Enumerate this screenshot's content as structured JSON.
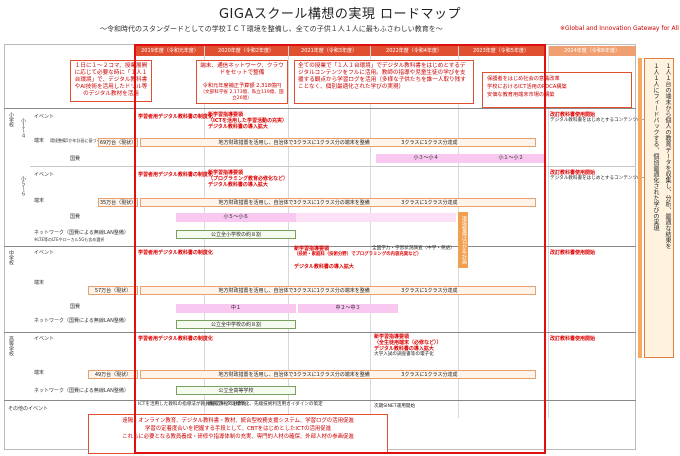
{
  "title": "GIGAスクール構想の実現 ロードマップ",
  "subtitle": "～令和時代のスタンダードとしての学校ＩＣＴ環境を整備し、全ての子供１人１人に最もふさわしい教育を～",
  "giga_note": "※Global and Innovation Gateway for All",
  "years": [
    "2019年度（令和元年度）",
    "2020年度（令和2年度）",
    "2021年度（令和3年度）",
    "2022年度（令和4年度）",
    "2023年度（令和5年度）",
    "2024年度（令和6年度）"
  ],
  "callouts": {
    "c1": "１日に１～２コマ、授業展開に応じて必要な時に「１人１台環境」で、デジタル教科書やAI技術を活用したドリル等のデジタル教材を活用",
    "c2a": "端末、通信ネットワーク、クラウドをセットで整備",
    "c2b": "令和元年度補正予算額 2,318億円",
    "c2c": "（文部科学省 2,173億、私立119億、国立26億）",
    "c3": "全ての授業で「１人１台環境」でデジタル教科書をはじめとするデジタルコンテンツをフルに活用。教師の指導や児童生徒の学びを支援する観点から学習ログを活用（多様な子供たちを誰一人取り残すことなく、個別最適化された学びの実現）",
    "c4_1": "保護者をはじめ社会の意識改革",
    "c4_2": "学校におけるICT活用のPDCA構築",
    "c4_3": "安価な教育用端末市場の構築"
  },
  "sections": {
    "elementary": "小学校",
    "elem_low": "小１～４",
    "elem_high": "小５～６",
    "junior": "中学校",
    "high": "高等学校",
    "other": "その他のイベント"
  },
  "rows": {
    "event": "イベント",
    "device": "端末",
    "device_sub1": "環境整備5か年計画に基づく整備",
    "device_sub2": "国費",
    "network": "ネットワーク（国費による無線LAN整備）",
    "network_note": "※LTE等のLTEやローカル5Gも含め選択"
  },
  "events": {
    "e19_elem": "学習者用デジタル教科書の制度化",
    "e20_elem1": "新学習指導要領",
    "e20_elem2": "（ICTを活用した学習活動の充実）",
    "e20_elem3": "デジタル教科書の導入拡大",
    "e20_elem_high": "（プログラミング教育必修化など）",
    "e21_jr1": "新学習指導要領",
    "e21_jr2": "（技術・家庭科（技術分野）でプログラミングの内容充実など）",
    "e21_jr3": "デジタル教科書の導入拡大",
    "e22_jr": "全国学力・学習状況調査（中学・英語）",
    "e22_hs1": "新学習指導要領",
    "e22_hs2": "（全生徒用端末（必修など））",
    "e22_hs3": "デジタル教科書の導入拡大",
    "e22_hs4": "大学入試の調査書等の電子化",
    "e24_1": "改訂教科書使用開始",
    "e24_2": "デジタル教科書をはじめとするコンテンツの一層の促進",
    "e_other1": "ICTを活用した教科の指導法が教員養成課程で必修化",
    "e_other2": "教育データの標準化、先端技術利活用ガイダインの策定",
    "e_other3": "次期SINET運用開始"
  },
  "bars": {
    "existing_elem": "69万台（現状）",
    "existing_elem_high": "35万台（現状）",
    "existing_jr": "57万台（現状）",
    "existing_hs": "49万台（現状）",
    "local_fin": "地方財政措置を活用し、自治体で3クラスに1クラス分の端末を整備",
    "local_fin_hs": "地方財政措置を活用し、自治体で3クラスに1クラス分の端末を整備",
    "class_target": "3クラスに1クラス分達成",
    "grade_small34": "小３～小４",
    "grade_small12": "小１～小２",
    "grade_small56": "小５～小６",
    "grade_j1": "中１",
    "grade_j23": "中２～中３",
    "net_elem": "公立全小学校の約８割",
    "net_jr": "公立全中学校の約８割",
    "net_hs": "公立全高等学校"
  },
  "midbox": "環境整備は2か年計画",
  "bottom": {
    "line1": "遠隔・オンライン教育、デジタル教科書・教材、統合型校務支援システム、学習ログの活用促進",
    "line2": "学習の定着度合いを把握する手段として、CBTをはじめとしたICTの活用促進",
    "line3": "これらに必要となる教員養成・研修や指導体制の充実、専門的人材の確保、外部人材の参画促進"
  },
  "side": {
    "right1": "１人１台の端末から個人の教育データを収集し、分析、最適な結果を",
    "right2": "１人１人にフィードバックする、個別最適化された学びの実現"
  }
}
